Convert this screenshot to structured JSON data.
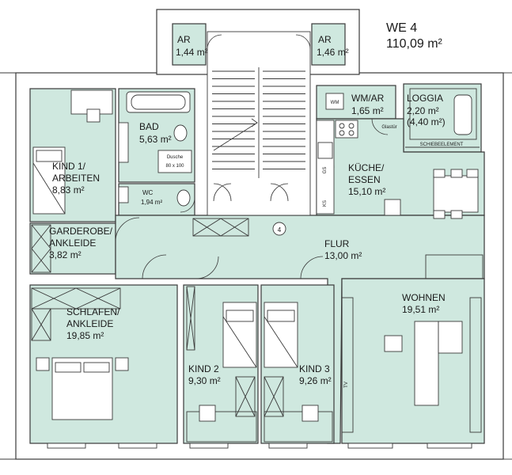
{
  "unit": {
    "name": "WE 4",
    "area": "110,09 m²"
  },
  "rooms": {
    "ar1": {
      "name": "AR",
      "area": "1,44 m²"
    },
    "ar2": {
      "name": "AR",
      "area": "1,46 m²"
    },
    "wm_ar": {
      "name": "WM/AR",
      "area": "1,65 m²"
    },
    "loggia": {
      "name": "LOGGIA",
      "area": "2,20 m²",
      "area2": "(4,40 m²)"
    },
    "bad": {
      "name": "BAD",
      "area": "5,63 m²"
    },
    "wc": {
      "name": "WC",
      "area": "1,94 m²"
    },
    "kind1": {
      "name1": "KIND 1/",
      "name2": "ARBEITEN",
      "area": "8,83 m²"
    },
    "garderobe": {
      "name1": "GARDEROBE/",
      "name2": "ANKLEIDE",
      "area": "3,82 m²"
    },
    "kueche": {
      "name1": "KÜCHE/",
      "name2": "ESSEN",
      "area": "15,10 m²"
    },
    "flur": {
      "name": "FLUR",
      "area": "13,00 m²"
    },
    "schlafen": {
      "name1": "SCHLAFEN/",
      "name2": "ANKLEIDE",
      "area": "19,85 m²"
    },
    "kind2": {
      "name": "KIND 2",
      "area": "9,30 m²"
    },
    "kind3": {
      "name": "KIND 3",
      "area": "9,26 m²"
    },
    "wohnen": {
      "name": "WOHNEN",
      "area": "19,51 m²"
    }
  },
  "fixtures": {
    "dusche": "Dusche",
    "dusche_size": "80 x 100",
    "wm": "WM",
    "glastuer": "Glastür",
    "schiebeelement": "SCHIEBEELEMENT",
    "gs": "GS",
    "ks": "KS",
    "tv": "TV",
    "stair_number": "4"
  }
}
